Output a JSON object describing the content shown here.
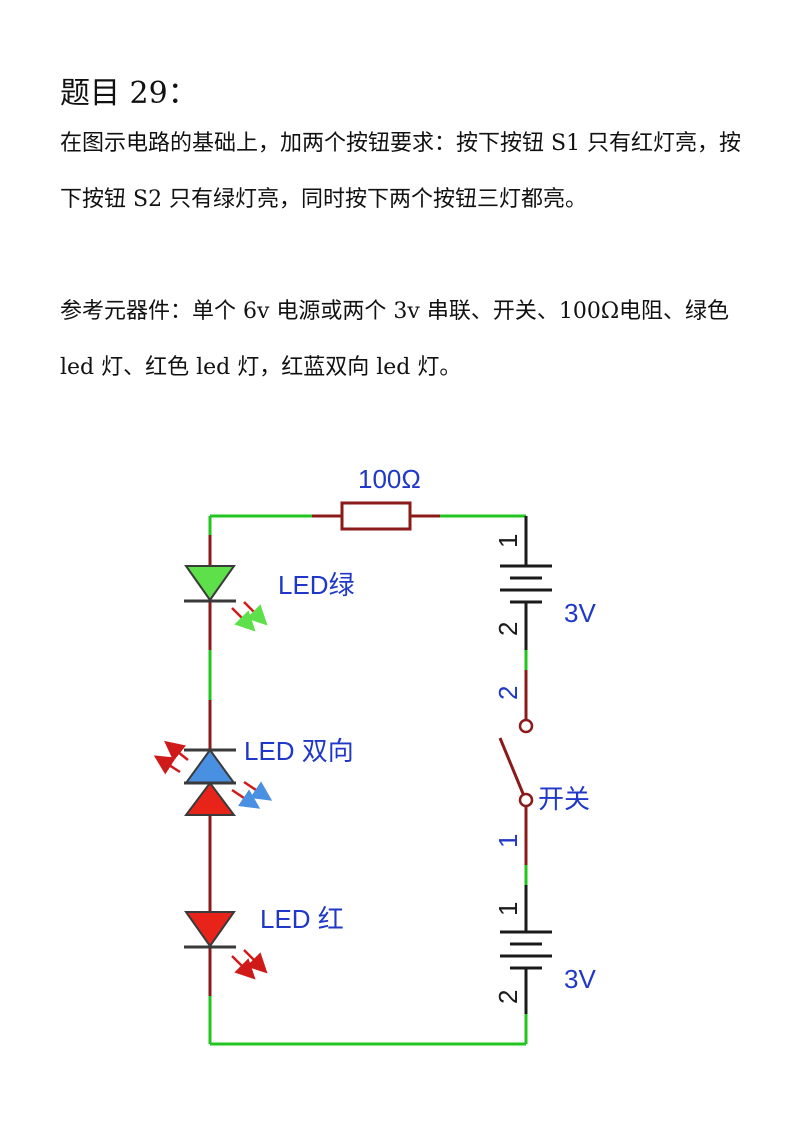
{
  "question": {
    "title": "题目 29：",
    "paragraphs": [
      "在图示电路的基础上，加两个按钮要求：按下按钮 S1 只有红灯亮，按下按钮 S2 只有绿灯亮，同时按下两个按钮三灯都亮。",
      "参考元器件：单个 6v 电源或两个 3v 串联、开关、100Ω电阻、绿色 led 灯、红色 led 灯，红蓝双向 led 灯。"
    ]
  },
  "circuit": {
    "resistor_label": "100Ω",
    "led_green_label": "LED绿",
    "led_bidirectional_label": "LED 双向",
    "led_red_label": "LED 红",
    "switch_label": "开关",
    "battery_top_label": "3V",
    "battery_bottom_label": "3V",
    "battery_top_pins": [
      "1",
      "2"
    ],
    "switch_pins": [
      "2",
      "1"
    ],
    "battery_bottom_pins": [
      "1",
      "2"
    ],
    "colors": {
      "wire_green": "#22c41e",
      "wire_dark_red": "#8b1a1a",
      "led_green_fill": "#5ee04a",
      "led_red_fill": "#e8231a",
      "led_blue_fill": "#4a90e2",
      "label_blue": "#1f38c8"
    }
  }
}
